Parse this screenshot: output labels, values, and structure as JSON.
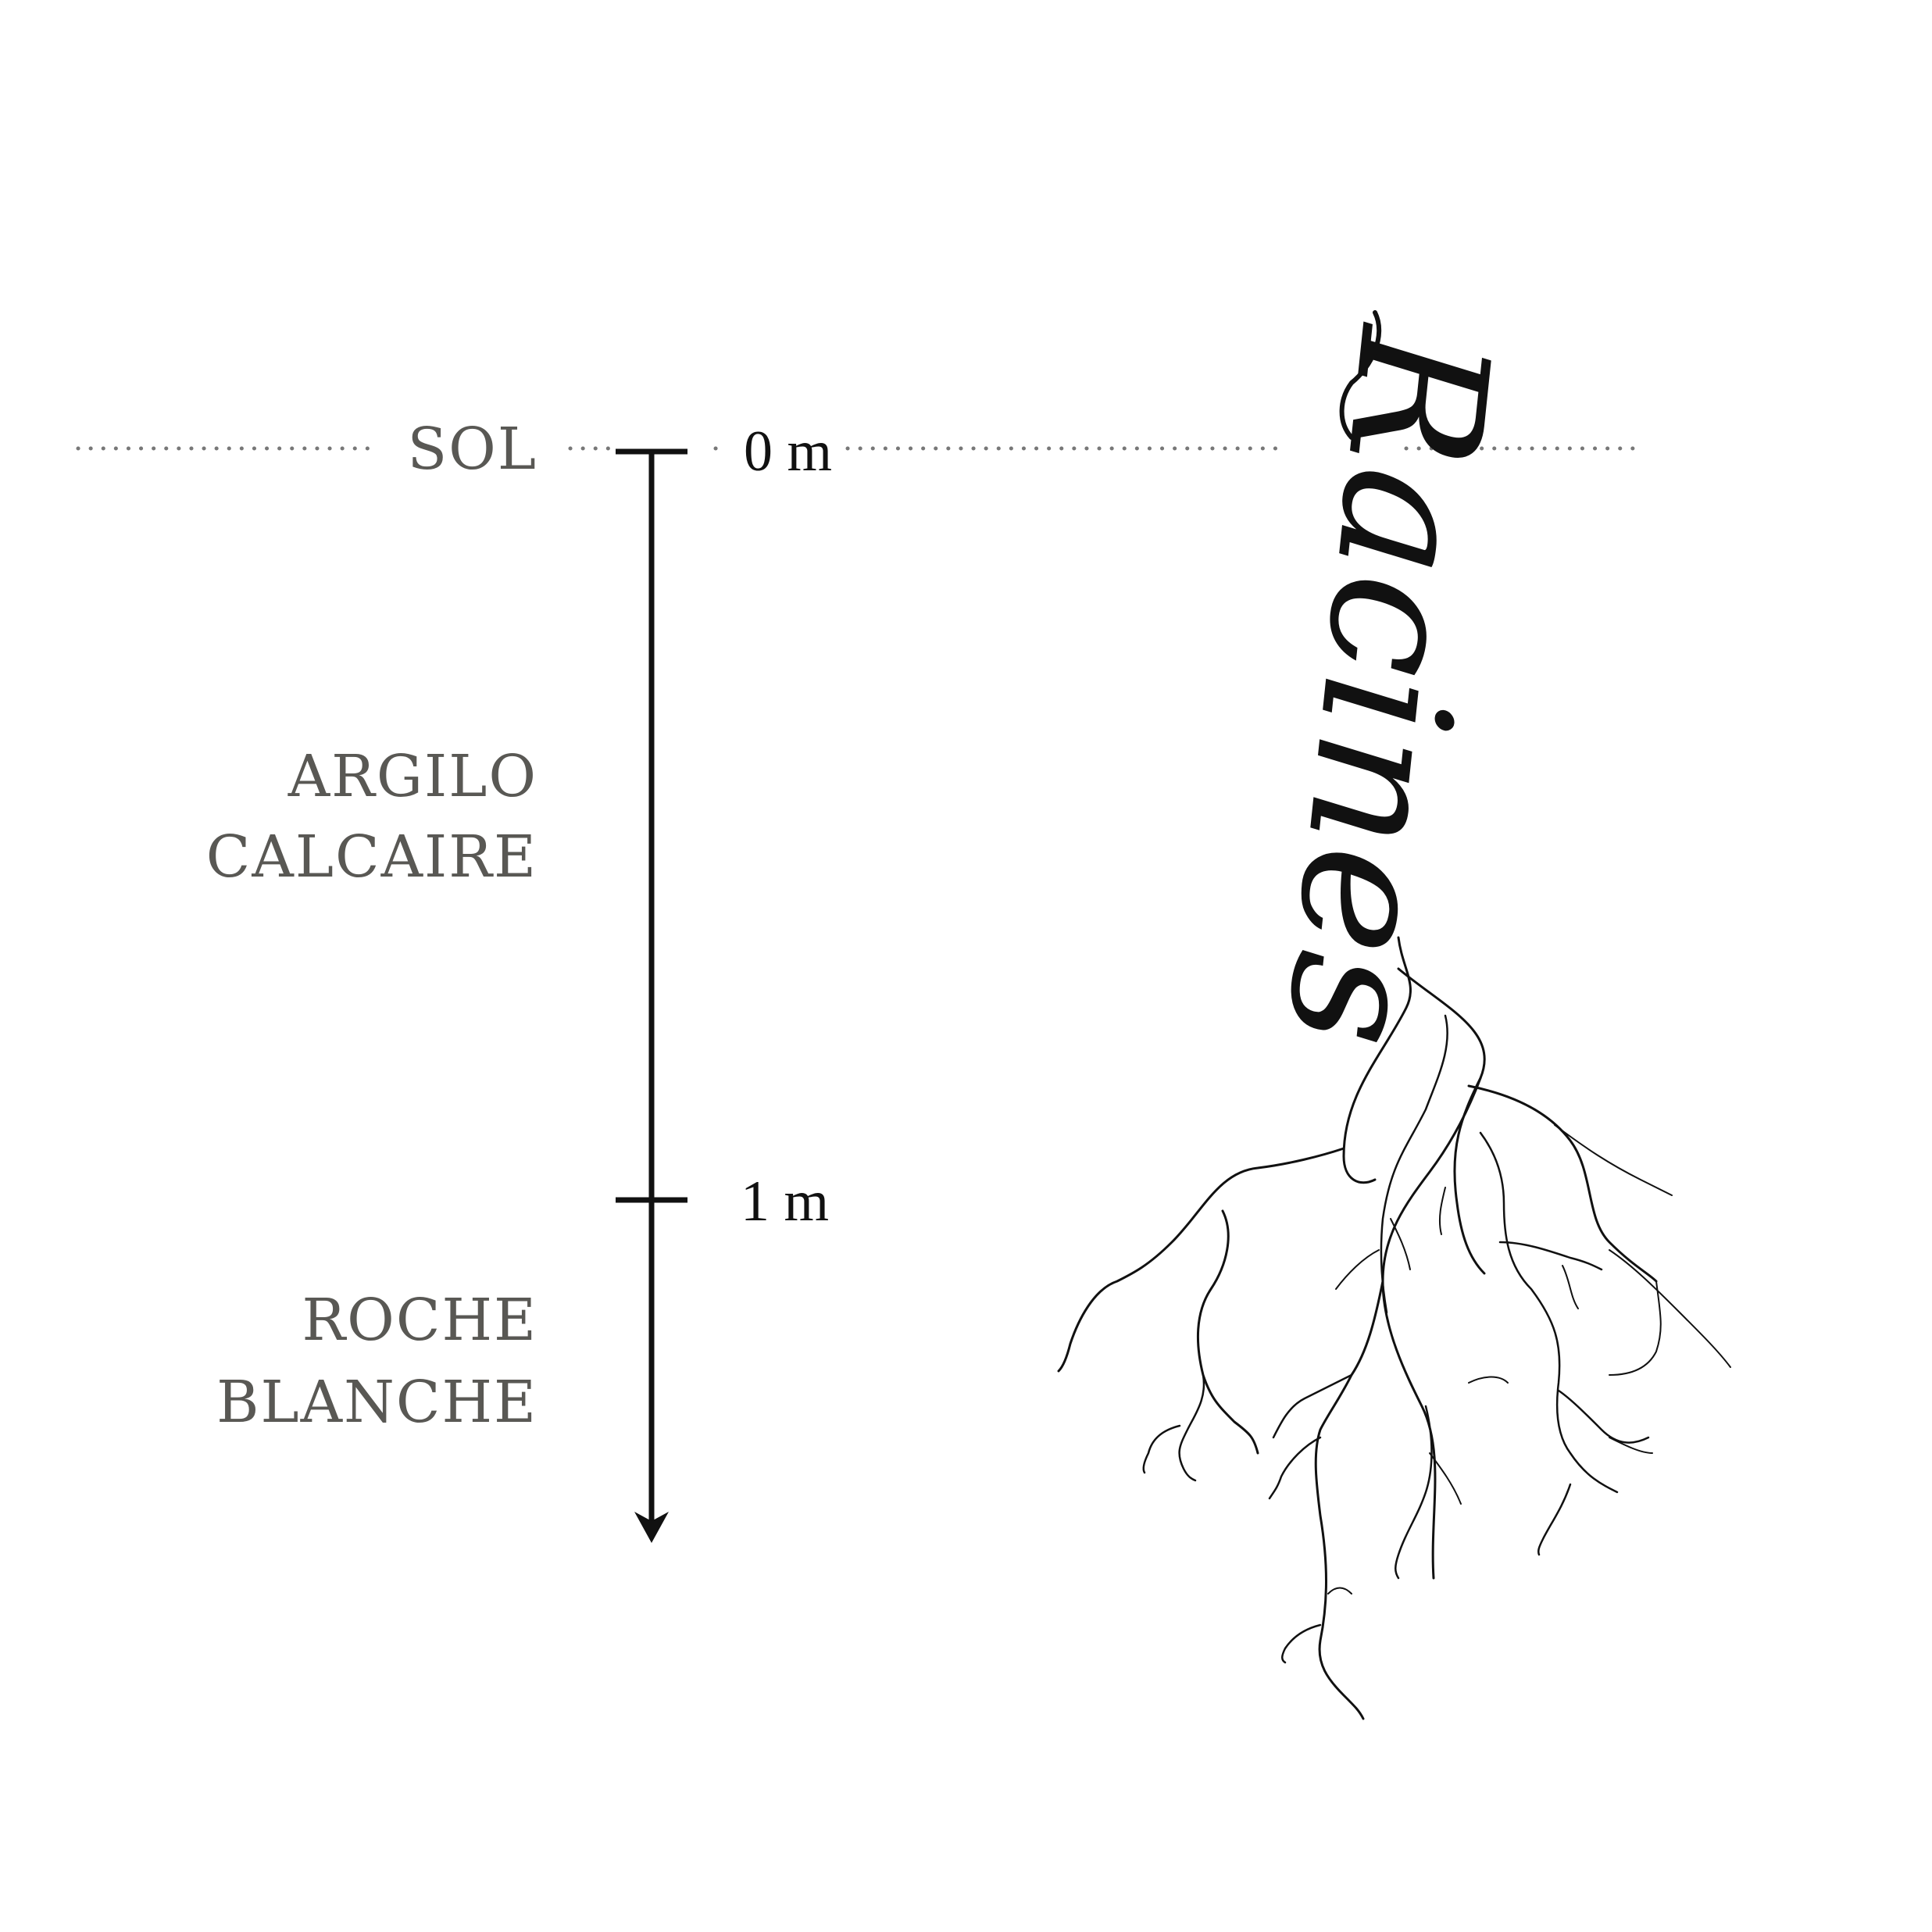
{
  "colors": {
    "background": "#ffffff",
    "ink": "#111111",
    "label_gray": "#595854",
    "dotted_line": "#777777"
  },
  "surface": {
    "label": "SOL"
  },
  "layers": [
    {
      "lines": [
        "ARGILO",
        "CALCAIRE"
      ]
    },
    {
      "lines": [
        "ROCHE",
        "BLANCHE"
      ]
    }
  ],
  "depth_scale": {
    "ticks": [
      {
        "label": "0 m",
        "value": 0
      },
      {
        "label": "1 m",
        "value": 1
      }
    ],
    "arrow_direction": "down"
  },
  "roots": {
    "label": "Racines"
  }
}
